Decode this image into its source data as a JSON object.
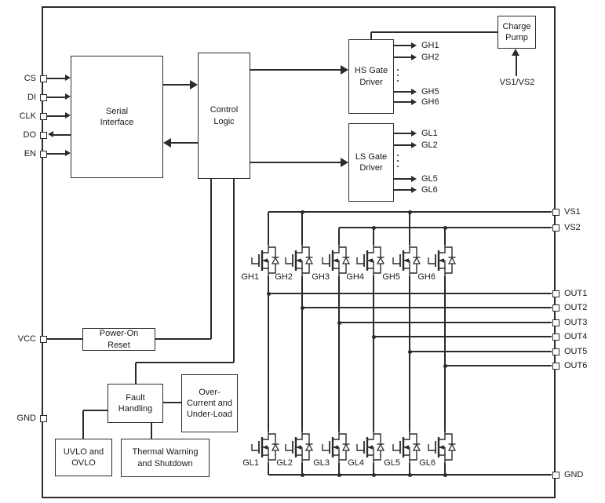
{
  "blocks": {
    "serial_interface": {
      "label": "Serial\nInterface"
    },
    "control_logic": {
      "label": "Control\nLogic"
    },
    "hs_gate_driver": {
      "label": "HS Gate\nDriver"
    },
    "ls_gate_driver": {
      "label": "LS Gate\nDriver"
    },
    "charge_pump": {
      "label": "Charge\nPump"
    },
    "power_on_reset": {
      "label": "Power-On\nReset"
    },
    "fault_handling": {
      "label": "Fault\nHandling"
    },
    "over_current": {
      "label": "Over-\nCurrent and\nUnder-Load"
    },
    "uvlo": {
      "label": "UVLO and\nOVLO"
    },
    "thermal": {
      "label": "Thermal Warning\nand Shutdown"
    }
  },
  "pins": {
    "left": [
      "CS",
      "DI",
      "CLK",
      "DO",
      "EN",
      "VCC",
      "GND"
    ],
    "right": [
      "VS1",
      "VS2",
      "OUT1",
      "OUT2",
      "OUT3",
      "OUT4",
      "OUT5",
      "OUT6",
      "GND"
    ]
  },
  "hs_outputs": [
    "GH1",
    "GH2",
    "GH5",
    "GH6"
  ],
  "ls_outputs": [
    "GL1",
    "GL2",
    "GL5",
    "GL6"
  ],
  "high_side_fets": [
    "GH1",
    "GH2",
    "GH3",
    "GH4",
    "GH5",
    "GH6"
  ],
  "low_side_fets": [
    "GL1",
    "GL2",
    "GL3",
    "GL4",
    "GL5",
    "GL6"
  ],
  "charge_pump_input": "VS1/VS2",
  "colors": {
    "line": "#2b2b2b",
    "background": "#ffffff"
  }
}
